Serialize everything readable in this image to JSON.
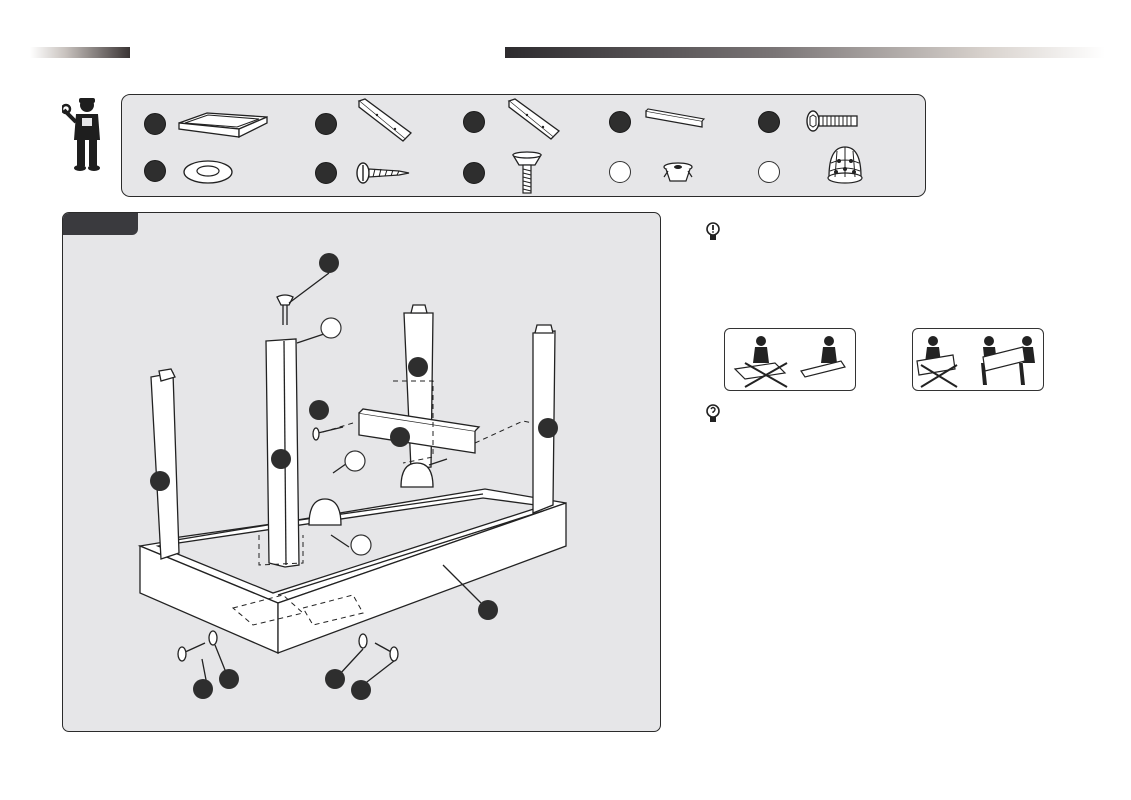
{
  "header": {
    "bar_left_color": "#3a3434",
    "bar_right_color": "#2d2b2e"
  },
  "icons": {
    "worker": "worker-with-wrench-icon",
    "tip": "lightbulb-exclamation-icon",
    "tip_question": "lightbulb-question-icon"
  },
  "parts": [
    {
      "name": "table-frame",
      "marker": "filled"
    },
    {
      "name": "angle-bracket-long",
      "marker": "filled"
    },
    {
      "name": "angle-bracket-short",
      "marker": "filled"
    },
    {
      "name": "cross-rail",
      "marker": "filled"
    },
    {
      "name": "hex-bolt",
      "marker": "filled"
    },
    {
      "name": "washer",
      "marker": "filled"
    },
    {
      "name": "wood-screw",
      "marker": "filled"
    },
    {
      "name": "leveling-foot",
      "marker": "filled"
    },
    {
      "name": "insert-nut",
      "marker": "open"
    },
    {
      "name": "rubber-foot-cap",
      "marker": "open"
    }
  ],
  "colors": {
    "panel_bg": "#e6e6e8",
    "outline": "#2b2b2b",
    "marker": "#2e2e2e"
  }
}
